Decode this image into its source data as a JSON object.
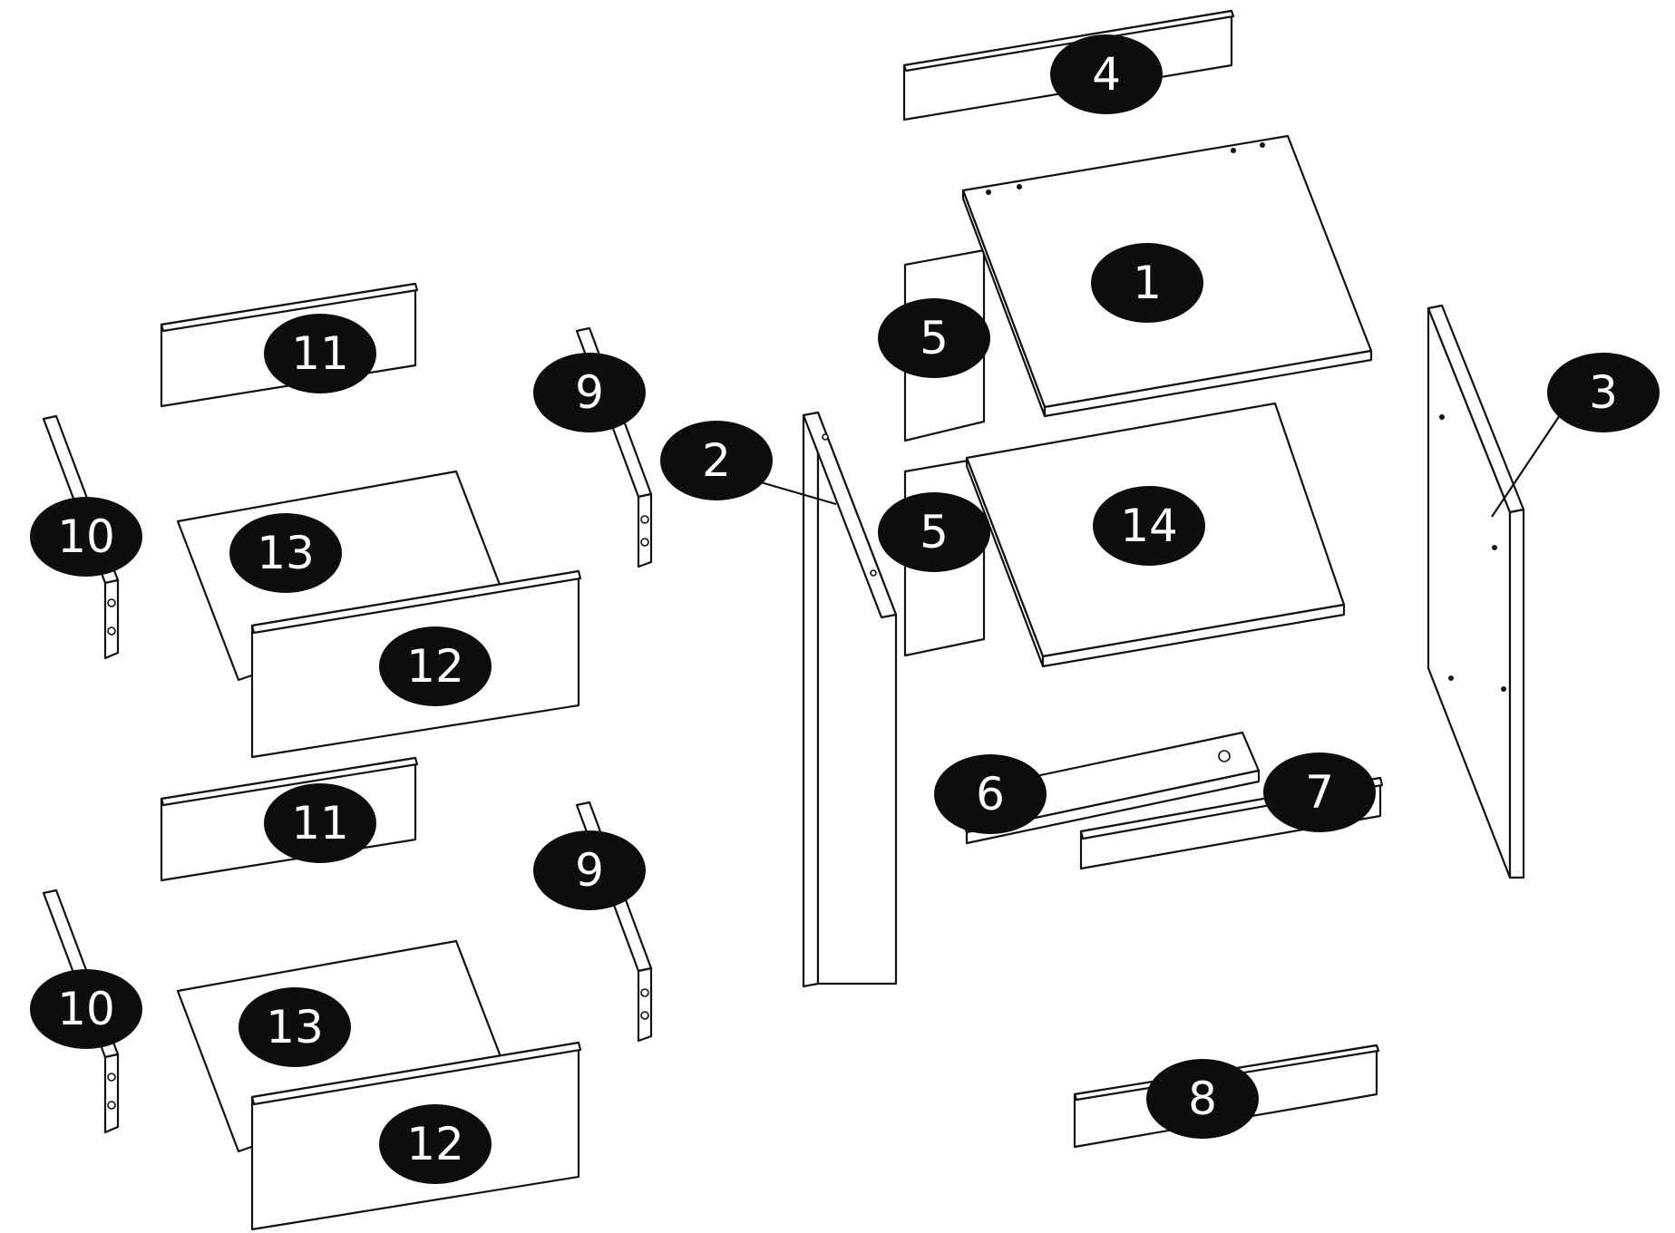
{
  "colors": {
    "line": "#111111",
    "badge": "#0d0d0d",
    "badge_text": "#ffffff",
    "panel": "#ffffff"
  },
  "parts": [
    {
      "id": "p1",
      "label": "1"
    },
    {
      "id": "p2",
      "label": "2"
    },
    {
      "id": "p3",
      "label": "3"
    },
    {
      "id": "p4",
      "label": "4"
    },
    {
      "id": "p5a",
      "label": "5"
    },
    {
      "id": "p5b",
      "label": "5"
    },
    {
      "id": "p6",
      "label": "6"
    },
    {
      "id": "p7",
      "label": "7"
    },
    {
      "id": "p8",
      "label": "8"
    },
    {
      "id": "p9a",
      "label": "9"
    },
    {
      "id": "p9b",
      "label": "9"
    },
    {
      "id": "p10a",
      "label": "10"
    },
    {
      "id": "p10b",
      "label": "10"
    },
    {
      "id": "p11a",
      "label": "11"
    },
    {
      "id": "p11b",
      "label": "11"
    },
    {
      "id": "p12a",
      "label": "12"
    },
    {
      "id": "p12b",
      "label": "12"
    },
    {
      "id": "p13a",
      "label": "13"
    },
    {
      "id": "p13b",
      "label": "13"
    },
    {
      "id": "p14",
      "label": "14"
    }
  ]
}
